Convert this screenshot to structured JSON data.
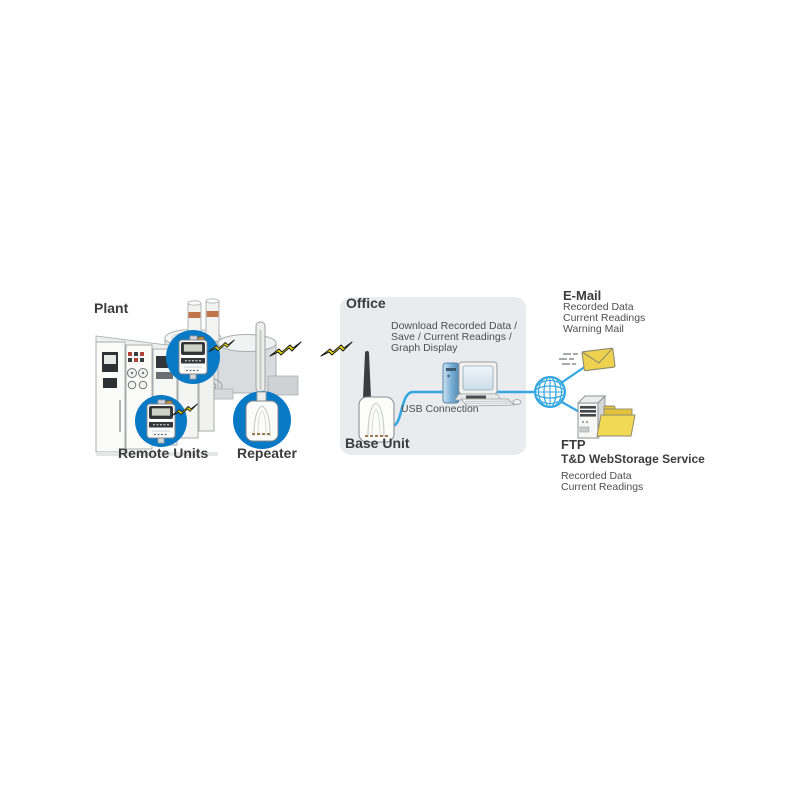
{
  "sections": {
    "plant": {
      "label": "Plant",
      "remote_units_label": "Remote Units",
      "repeater_label": "Repeater"
    },
    "office": {
      "label": "Office",
      "description_lines": [
        "Download Recorded Data /",
        "Save / Current Readings /",
        "Graph Display"
      ],
      "usb_connection_label": "USB Connection",
      "base_unit_label": "Base Unit"
    },
    "email": {
      "label": "E-Mail",
      "detail_lines": [
        "Recorded Data",
        "Current Readings",
        "Warning Mail"
      ]
    },
    "ftp": {
      "label": "FTP",
      "service_name": "T&D WebStorage Service",
      "detail_lines": [
        "Recorded Data",
        "Current Readings"
      ]
    }
  },
  "icons": {
    "wireless_signal": "lightning-bolt-icon",
    "internet": "globe-icon",
    "email": "envelope-icon",
    "storage": "ftp-server-icon",
    "files": "folder-icon",
    "connection": "usb-cable-line",
    "computer": "desktop-computer-icon",
    "base_unit": "base-unit-icon",
    "remote_unit": "data-logger-icon",
    "repeater": "repeater-device-icon"
  },
  "colors": {
    "accent_blue": "#0879c5",
    "line_blue": "#35a7e0",
    "bolt_yellow": "#f2e40a",
    "envelope_yellow": "#eed24f",
    "folder_yellow": "#f2d955",
    "panel_gray": "#e9ebef",
    "chimney_band_orange": "#c0764a",
    "text_dark": "#3b3b3b",
    "text_body": "#4f4f4f"
  }
}
